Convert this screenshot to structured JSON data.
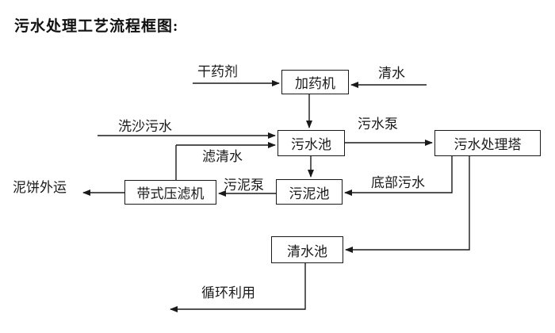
{
  "title": "污水处理工艺流程框图:",
  "diagram": {
    "type": "flowchart",
    "nodes": [
      {
        "id": "dosing-machine",
        "label": "加药机"
      },
      {
        "id": "sewage-pool",
        "label": "污水池"
      },
      {
        "id": "sewage-treatment-tower",
        "label": "污水处理塔"
      },
      {
        "id": "sludge-pool",
        "label": "污泥池"
      },
      {
        "id": "belt-filter-press",
        "label": "带式压滤机"
      },
      {
        "id": "clean-water-pool",
        "label": "清水池"
      }
    ],
    "edges": [
      {
        "from": "dry-agent-input",
        "to": "dosing-machine",
        "label": "干药剂"
      },
      {
        "from": "clean-water-input",
        "to": "dosing-machine",
        "label": "清水"
      },
      {
        "from": "dosing-machine",
        "to": "sewage-pool",
        "label": ""
      },
      {
        "from": "sand-washing-sewage-input",
        "to": "sewage-pool",
        "label": "洗沙污水"
      },
      {
        "from": "belt-filter-press",
        "to": "sewage-pool",
        "label": "滤清水"
      },
      {
        "from": "sewage-pool",
        "to": "sewage-treatment-tower",
        "label": "污水泵"
      },
      {
        "from": "sewage-pool",
        "to": "sludge-pool",
        "label": ""
      },
      {
        "from": "sludge-pool",
        "to": "belt-filter-press",
        "label": "污泥泵"
      },
      {
        "from": "belt-filter-press",
        "to": "mud-cake-output",
        "label": "泥饼外运"
      },
      {
        "from": "sewage-treatment-tower",
        "to": "sludge-pool",
        "label": "底部污水"
      },
      {
        "from": "sewage-treatment-tower",
        "to": "clean-water-pool",
        "label": ""
      },
      {
        "from": "clean-water-pool",
        "to": "recycle-output",
        "label": "循环利用"
      }
    ],
    "line_color": "#1a1a1a",
    "background_color": "#ffffff"
  }
}
